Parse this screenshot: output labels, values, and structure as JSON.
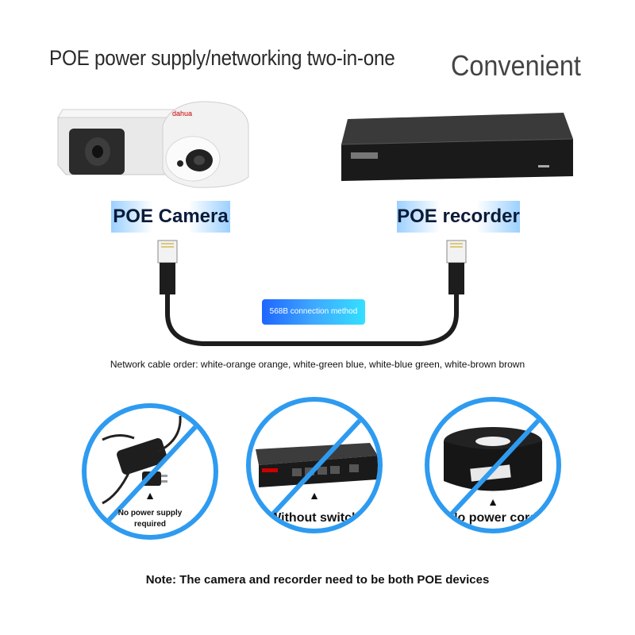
{
  "header": {
    "headline": "POE power supply/networking two-in-one",
    "tagline": "Convenient"
  },
  "devices": {
    "camera_label": "POE Camera",
    "recorder_label": "POE recorder"
  },
  "cable": {
    "method_label": "568B connection method",
    "order_text": "Network cable order: white-orange orange, white-green blue, white-blue green, white-brown brown"
  },
  "not_needed": [
    {
      "icon": "power-adapter-icon",
      "caption": "No power supply required",
      "caption_line1": "No power supply",
      "caption_line2": "required"
    },
    {
      "icon": "network-switch-icon",
      "caption": "Without switch"
    },
    {
      "icon": "cable-reel-icon",
      "caption": "No power cord"
    }
  ],
  "footer": {
    "note": "Note: The camera and recorder need to be both POE devices"
  },
  "colors": {
    "accent_blue": "#2e9bf0",
    "pill_blue": "#1e66ff",
    "device_black": "#1a1a1a"
  }
}
